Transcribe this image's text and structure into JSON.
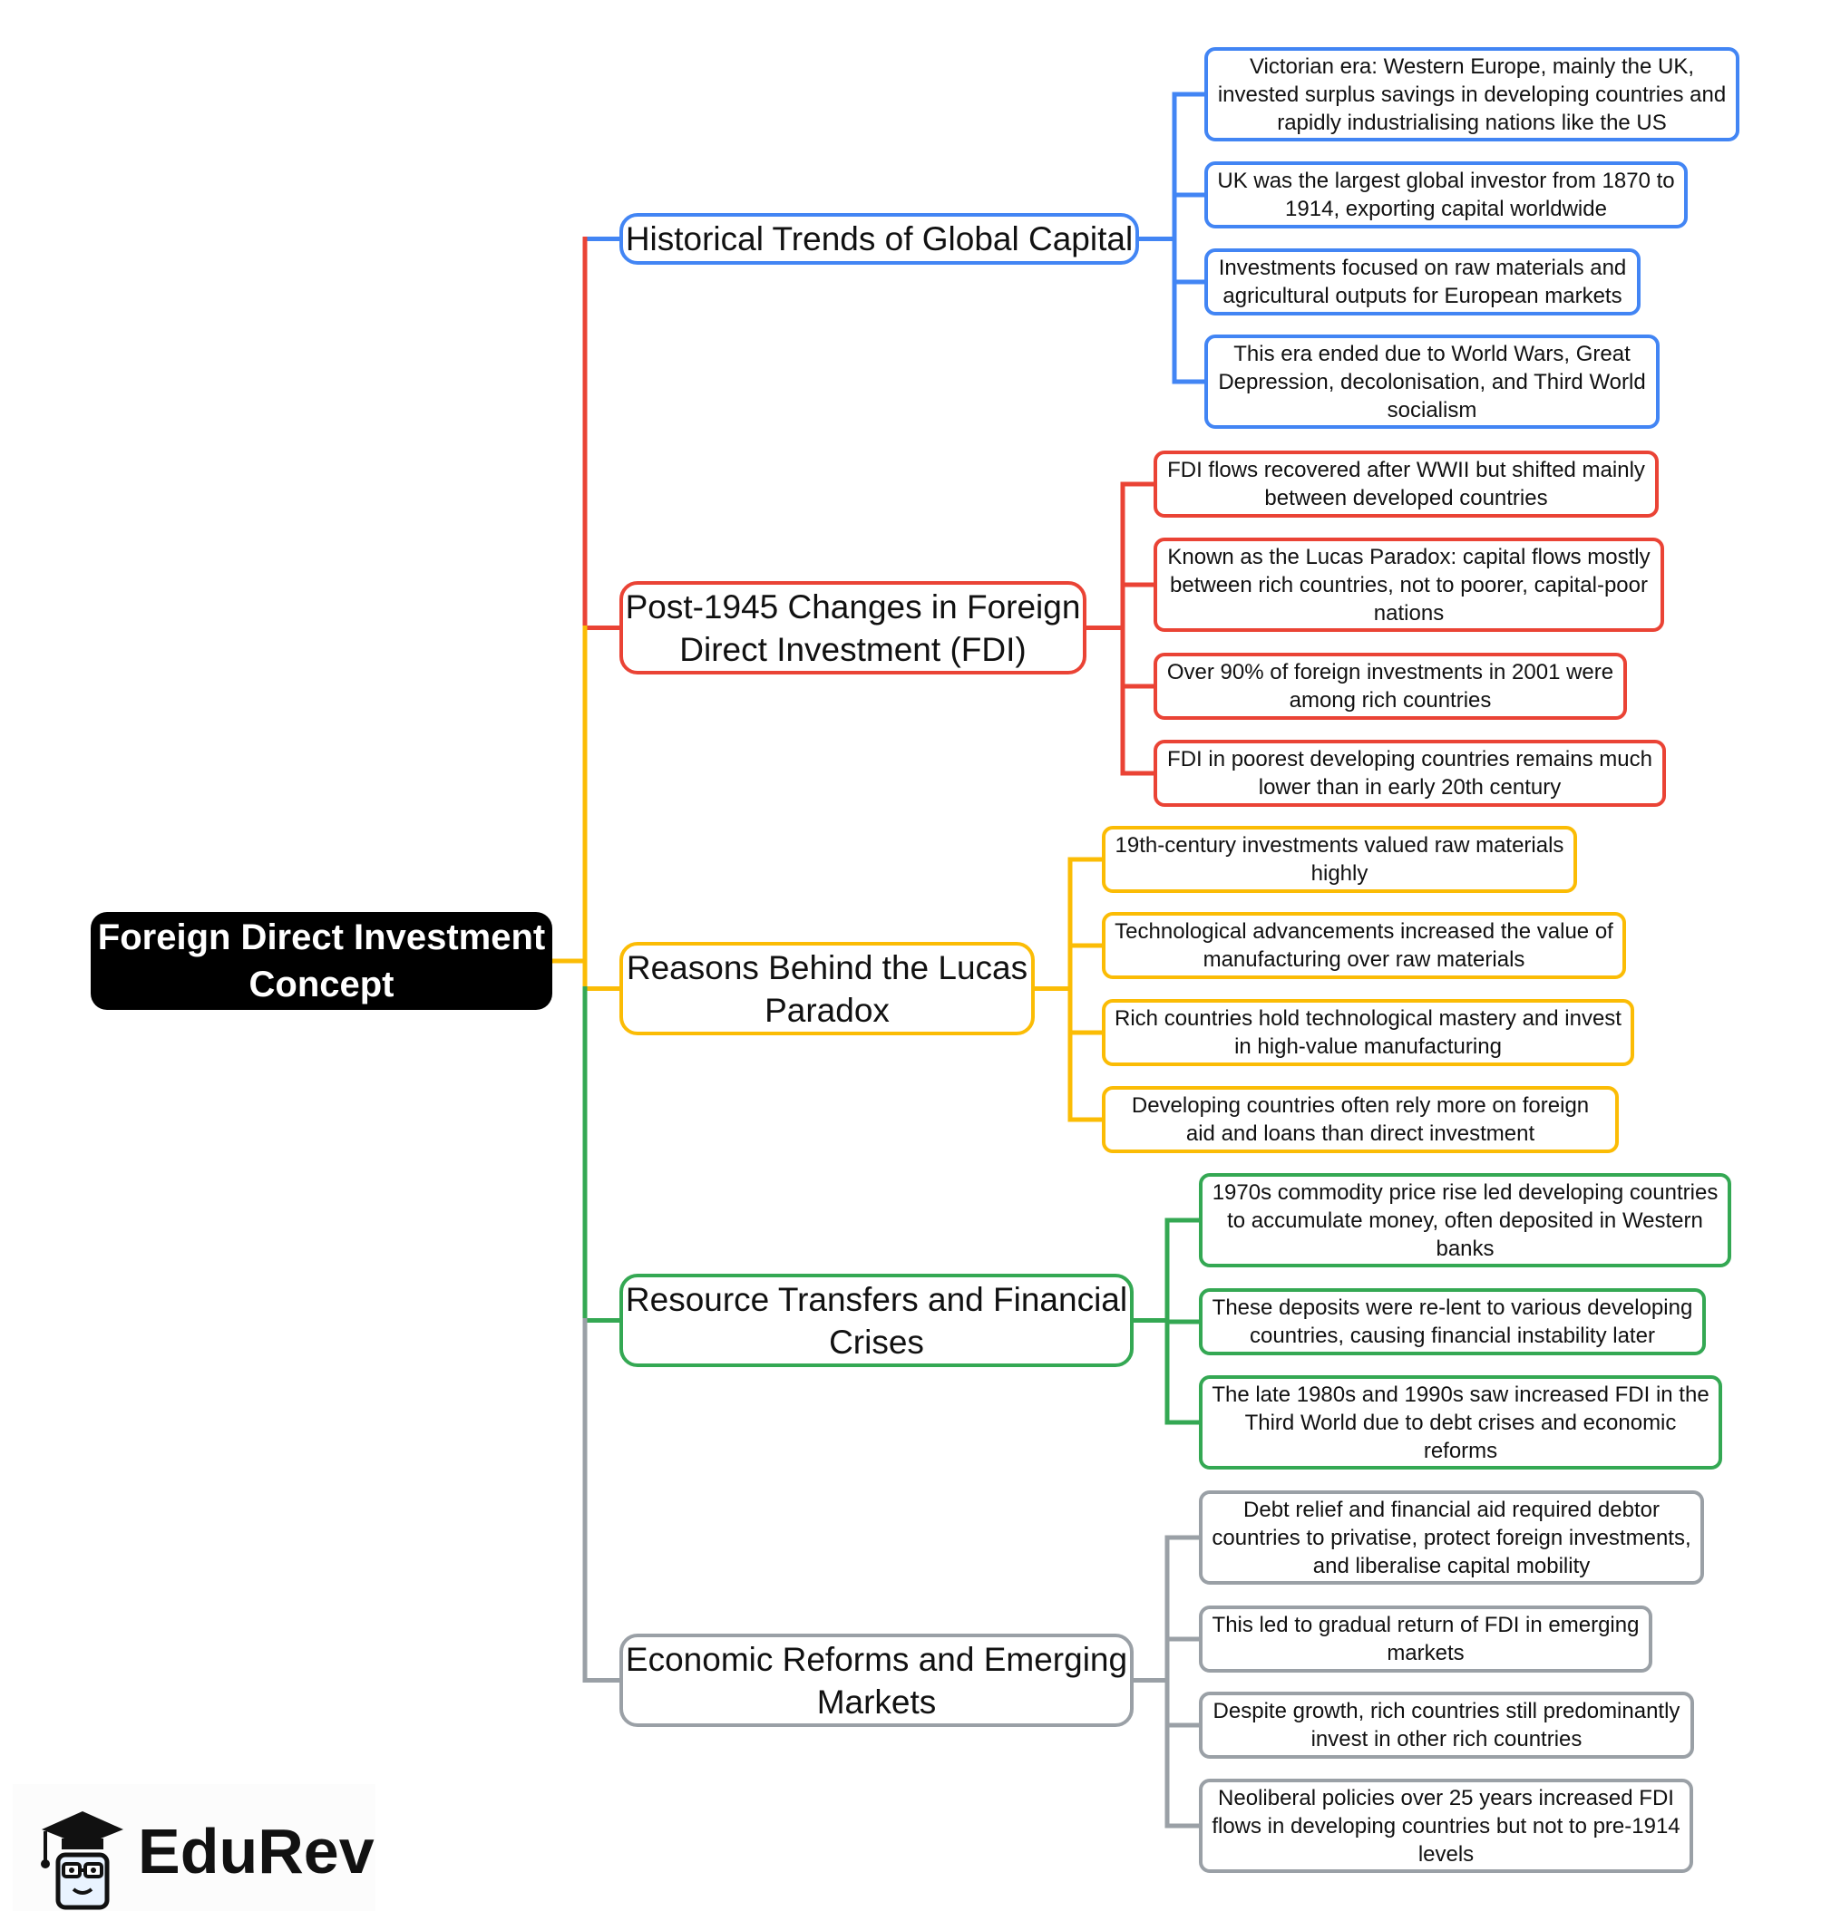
{
  "root": {
    "label": "Foreign Direct Investment Concept",
    "color": "#000000"
  },
  "branches": [
    {
      "label": "Historical Trends of Global Capital",
      "color": "#4285F4",
      "items": [
        "Victorian era: Western Europe, mainly the UK, invested surplus savings in developing countries and rapidly industrialising nations like the US",
        "UK was the largest global investor from 1870 to 1914, exporting capital worldwide",
        "Investments focused on raw materials and agricultural outputs for European markets",
        "This era ended due to World Wars, Great Depression, decolonisation, and Third World socialism"
      ]
    },
    {
      "label": "Post-1945 Changes in Foreign Direct Investment (FDI)",
      "color": "#EA4335",
      "items": [
        "FDI flows recovered after WWII but shifted mainly between developed countries",
        "Known as the Lucas Paradox: capital flows mostly between rich countries, not to poorer, capital-poor nations",
        "Over 90% of foreign investments in 2001 were among rich countries",
        "FDI in poorest developing countries remains much lower than in early 20th century"
      ]
    },
    {
      "label": "Reasons Behind the Lucas Paradox",
      "color": "#FBBC05",
      "items": [
        "19th-century investments valued raw materials highly",
        "Technological advancements increased the value of manufacturing over raw materials",
        "Rich countries hold technological mastery and invest in high-value manufacturing",
        "Developing countries often rely more on foreign aid and loans than direct investment"
      ]
    },
    {
      "label": "Resource Transfers and Financial Crises",
      "color": "#34A853",
      "items": [
        "1970s commodity price rise led developing countries to accumulate money, often deposited in Western banks",
        "These deposits were re-lent to various developing countries, causing financial instability later",
        "The late 1980s and 1990s saw increased FDI in the Third World due to debt crises and economic reforms"
      ]
    },
    {
      "label": "Economic Reforms and Emerging Markets",
      "color": "#9AA0A6",
      "items": [
        "Debt relief and financial aid required debtor countries to privatise, protect foreign investments, and liberalise capital mobility",
        "This led to gradual return of FDI in emerging markets",
        "Despite growth, rich countries still predominantly invest in other rich countries",
        "Neoliberal policies over 25 years increased FDI flows in developing countries but not to pre-1914 levels"
      ]
    }
  ],
  "brand": {
    "name": "EduRev",
    "icon": "graduation-cap-mascot-icon"
  }
}
